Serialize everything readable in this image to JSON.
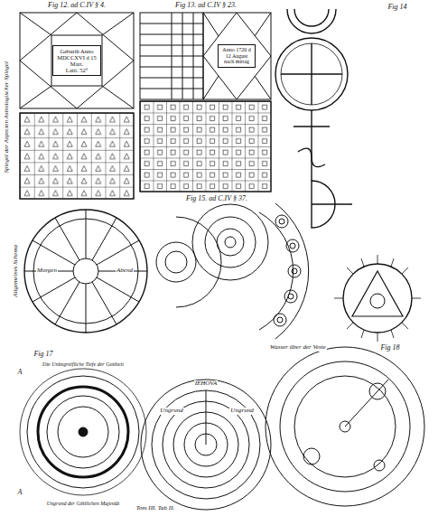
{
  "diagram": {
    "nodes": [
      {
        "text": [
          "Geburth Anno MDCCXVI d 15 Mart.",
          "Latit. 52°"
        ]
      },
      {
        "text": [
          "Anno 1720 d 12 August nach mittag"
        ]
      }
    ],
    "labels": [
      "Fig 12. ad C.IV § 4.",
      "Fig 13. ad C.IV § 23.",
      "Fig 14",
      "Spiegel der Aspecten Astrologischer Spiegel",
      "Fig 15. ad C.IV § 37.",
      "Allgemeines Schema",
      "Morgen",
      "Abend",
      "Fig 17",
      "A",
      "Die Unbegreifliche Tiefe der Gottheit",
      "Ungrund der Göttlichen Majestät",
      "A",
      "Fig 18",
      "IEHOVA",
      "Ungrund",
      "Ungrund",
      "Wasser über der Veste",
      "Tom III. Tab II."
    ]
  }
}
